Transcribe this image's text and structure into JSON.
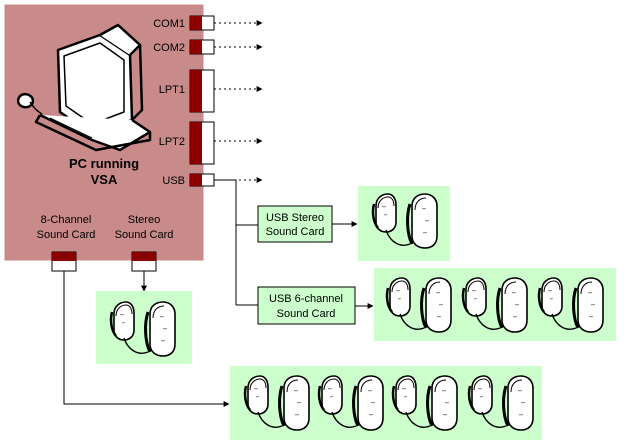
{
  "pc": {
    "title_line1": "PC running",
    "title_line2": "VSA",
    "fill_color": "#c98a8a"
  },
  "ports": [
    {
      "label": "COM1"
    },
    {
      "label": "COM2"
    },
    {
      "label": "LPT1"
    },
    {
      "label": "LPT2"
    },
    {
      "label": "USB"
    }
  ],
  "sound_cards": {
    "eight_channel": {
      "line1": "8-Channel",
      "line2": "Sound Card"
    },
    "stereo": {
      "line1": "Stereo",
      "line2": "Sound Card"
    }
  },
  "usb_devices": {
    "stereo": {
      "line1": "USB Stereo",
      "line2": "Sound Card"
    },
    "six_channel": {
      "line1": "USB 6-channel",
      "line2": "Sound Card"
    }
  },
  "speaker_groups": {
    "usb_stereo_pairs": 1,
    "usb_six_channel_pairs": 3,
    "stereo_card_pairs": 1,
    "eight_channel_pairs": 4
  },
  "colors": {
    "port_dark": "#8b0000",
    "speaker_bg": "#ccffcc",
    "device_box": "#ccffcc"
  }
}
